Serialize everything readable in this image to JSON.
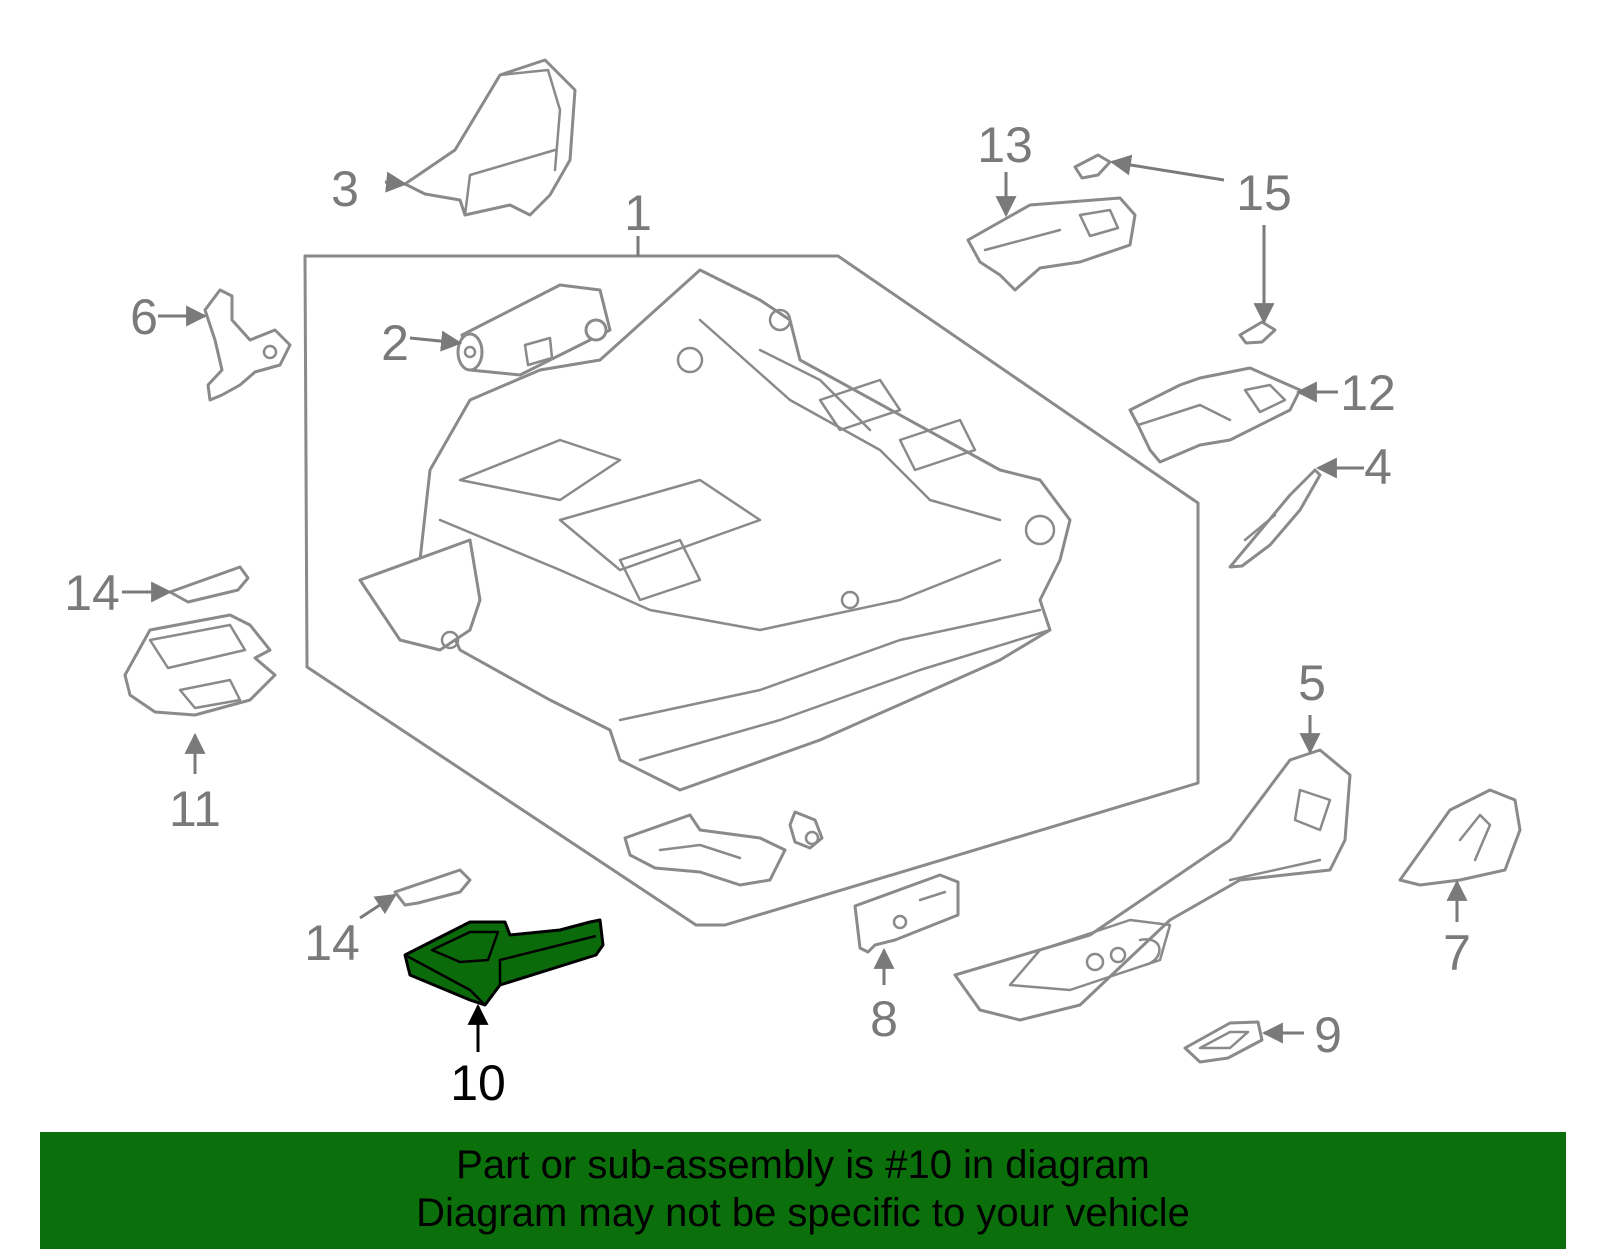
{
  "diagram": {
    "callouts": {
      "c1": "1",
      "c2": "2",
      "c3": "3",
      "c4": "4",
      "c5": "5",
      "c6": "6",
      "c7": "7",
      "c8": "8",
      "c9": "9",
      "c10": "10",
      "c11": "11",
      "c12": "12",
      "c13": "13",
      "c14a": "14",
      "c14b": "14",
      "c15": "15"
    },
    "highlighted_part": "10",
    "colors": {
      "highlight_fill": "#0b6b0b",
      "line_gray": "#8a8a8a",
      "banner": "#0b700b"
    }
  },
  "banner": {
    "line1": "Part or sub-assembly is #10 in diagram",
    "line2": "Diagram may not be specific to your vehicle"
  }
}
